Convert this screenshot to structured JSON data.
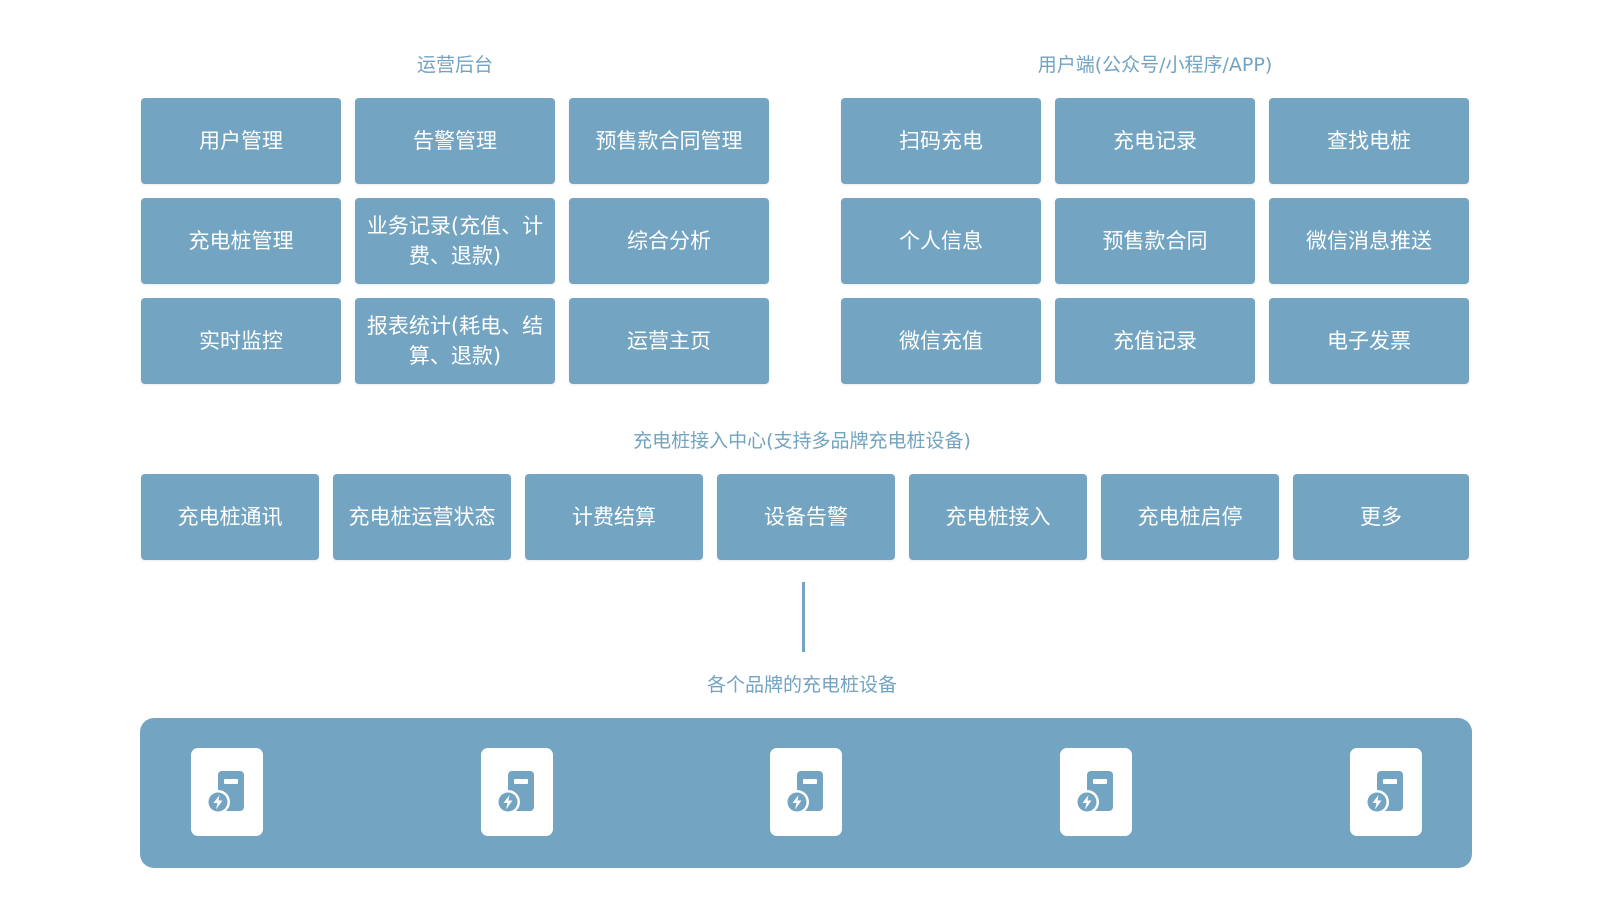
{
  "ops_title": "运营后台",
  "ops_items": [
    "用户管理",
    "告警管理",
    "预售款合同管理",
    "充电桩管理",
    "业务记录(充值、计费、退款)",
    "综合分析",
    "实时监控",
    "报表统计(耗电、结算、退款)",
    "运营主页"
  ],
  "user_title": "用户端(公众号/小程序/APP)",
  "user_items": [
    "扫码充电",
    "充电记录",
    "查找电桩",
    "个人信息",
    "预售款合同",
    "微信消息推送",
    "微信充值",
    "充值记录",
    "电子发票"
  ],
  "center_title": "充电桩接入中心(支持多品牌充电桩设备)",
  "center_items": [
    "充电桩通讯",
    "充电桩运营状态",
    "计费结算",
    "设备告警",
    "充电桩接入",
    "充电桩启停",
    "更多"
  ],
  "devices_title": "各个品牌的充电桩设备",
  "device_icon": "charging-pile-icon",
  "colors": {
    "box": "#73a5c2",
    "title": "#72a3c1",
    "text": "#ffffff"
  }
}
